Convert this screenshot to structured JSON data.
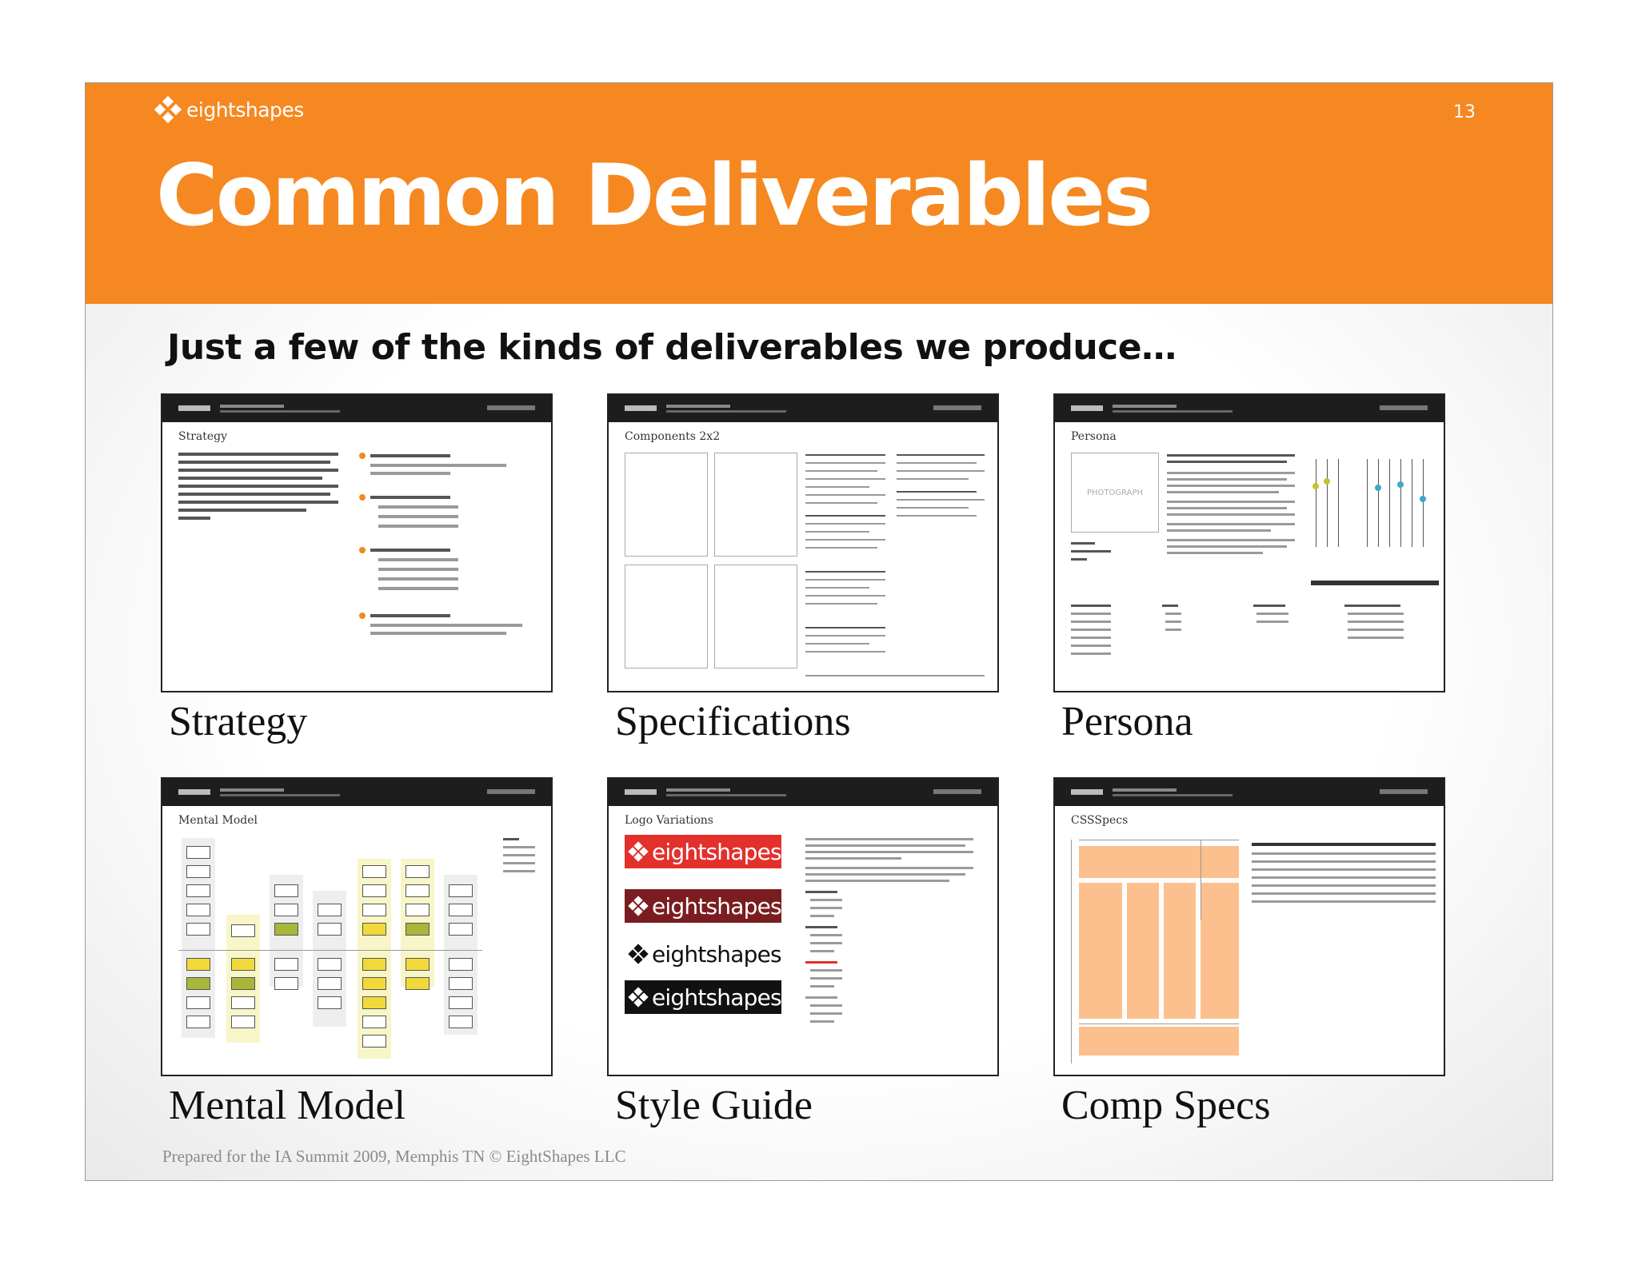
{
  "header": {
    "logo_text": "eightshapes",
    "slide_number": "13",
    "title": "Common Deliverables"
  },
  "subtitle": "Just a few of the kinds of deliverables we produce…",
  "deliverables": [
    {
      "label": "Strategy",
      "thumb_heading": "Strategy"
    },
    {
      "label": "Specifications",
      "thumb_heading": "Components 2x2"
    },
    {
      "label": "Persona",
      "thumb_heading": "Persona"
    },
    {
      "label": "Mental Model",
      "thumb_heading": "Mental Model"
    },
    {
      "label": "Style Guide",
      "thumb_heading": "Logo Variations"
    },
    {
      "label": "Comp Specs",
      "thumb_heading": "CSSSpecs"
    }
  ],
  "thumb_text": {
    "photograph": "PHOTOGRAPH",
    "logo_word": "eightshapes"
  },
  "colors": {
    "brand_orange": "#f58820",
    "logo_red_1": "#e3302c",
    "logo_red_2": "#7a1d20",
    "logo_black": "#111111"
  },
  "footer": "Prepared for the IA Summit 2009, Memphis TN  © EightShapes LLC"
}
